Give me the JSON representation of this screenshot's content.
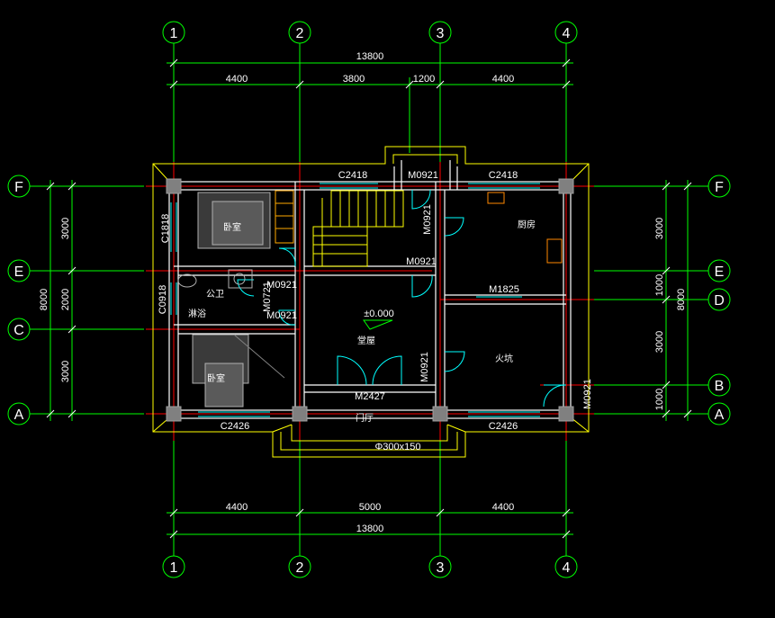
{
  "axes": {
    "top": [
      "1",
      "2",
      "3",
      "4"
    ],
    "bottom": [
      "1",
      "2",
      "3",
      "4"
    ],
    "left": [
      "F",
      "E",
      "C",
      "A"
    ],
    "right": [
      "F",
      "E",
      "D",
      "B",
      "A"
    ]
  },
  "dims": {
    "top_total": "13800",
    "top_1": "4400",
    "top_2": "3800",
    "top_3": "1200",
    "top_4": "4400",
    "bottom_1": "4400",
    "bottom_2": "5000",
    "bottom_3": "4400",
    "bottom_total": "13800",
    "left_1": "3000",
    "left_2": "2000",
    "left_3": "3000",
    "left_total": "8000",
    "right_1": "3000",
    "right_2": "1000",
    "right_3": "3000",
    "right_4": "1000",
    "right_total": "8000"
  },
  "labels": {
    "win_c2418_top": "C2418",
    "win_c2418_right": "C2418",
    "win_c1818": "C1818",
    "win_c0918": "C0918",
    "win_c2426_left": "C2426",
    "win_c2426_right": "C2426",
    "door_m0921_top": "M0921",
    "door_m0921_vert_kitchen": "M0921",
    "door_m0921_stair": "M0921",
    "door_m0921_bed1": "M0921",
    "door_m0721": "M0721",
    "door_m0921_bed2": "M0921",
    "door_m0921_hall": "M0921",
    "door_m0921_right": "M0921",
    "door_m1825": "M1825",
    "door_m2427": "M2427",
    "level": "±0.000",
    "step": "Φ300x150"
  },
  "rooms": {
    "bedroom1": "卧室",
    "bath": "公卫",
    "shower": "淋浴",
    "bedroom2": "卧室",
    "kitchen": "厨房",
    "hall": "堂屋",
    "firebed": "火坑",
    "entry": "门厅"
  },
  "colors": {
    "background": "#000000",
    "axis_line": "#00ff00",
    "center_line": "#ff0000",
    "outline": "#ffff00",
    "wall": "#ffffff",
    "door": "#00ffff",
    "column": "#808080"
  }
}
